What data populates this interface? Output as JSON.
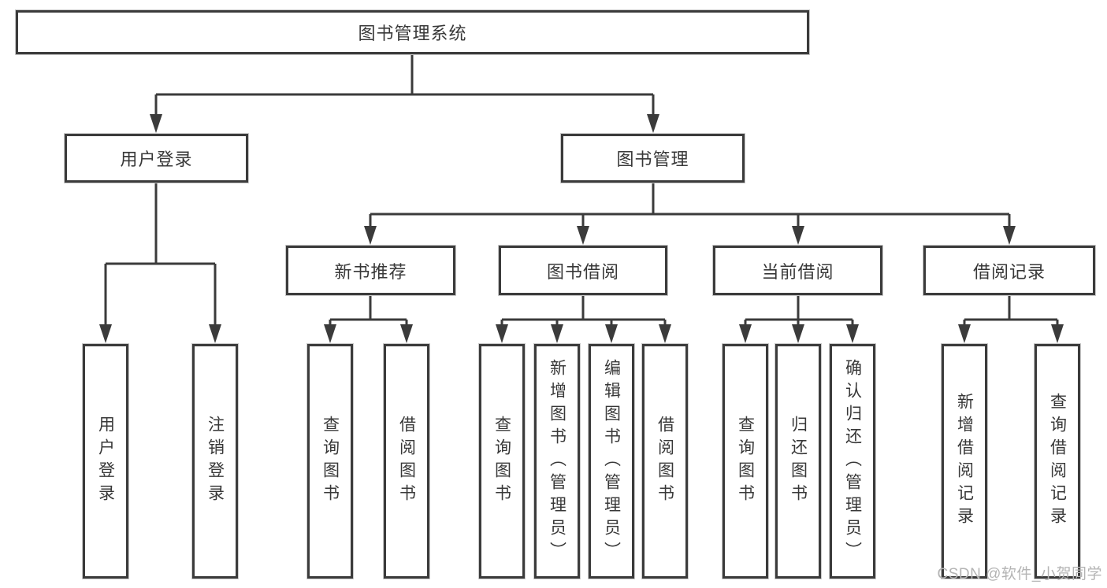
{
  "diagram": {
    "root": {
      "label": "图书管理系统"
    },
    "children": [
      {
        "label": "用户登录",
        "children": [
          {
            "label": "用户登录"
          },
          {
            "label": "注销登录"
          }
        ]
      },
      {
        "label": "图书管理",
        "children": [
          {
            "label": "新书推荐",
            "children": [
              {
                "label": "查询图书"
              },
              {
                "label": "借阅图书"
              }
            ]
          },
          {
            "label": "图书借阅",
            "children": [
              {
                "label": "查询图书"
              },
              {
                "label": "新增图书（管理员）"
              },
              {
                "label": "编辑图书（管理员）"
              },
              {
                "label": "借阅图书"
              }
            ]
          },
          {
            "label": "当前借阅",
            "children": [
              {
                "label": "查询图书"
              },
              {
                "label": "归还图书"
              },
              {
                "label": "确认归还（管理员）"
              }
            ]
          },
          {
            "label": "借阅记录",
            "children": [
              {
                "label": "新增借阅记录"
              },
              {
                "label": "查询借阅记录"
              }
            ]
          }
        ]
      }
    ]
  },
  "watermark": "CSDN @软件_小贺同学",
  "colors": {
    "line": "#3b3b3b",
    "box_border": "#3b3b3b",
    "text": "#383838",
    "watermark": "#b4b4b4",
    "background": "#ffffff"
  }
}
